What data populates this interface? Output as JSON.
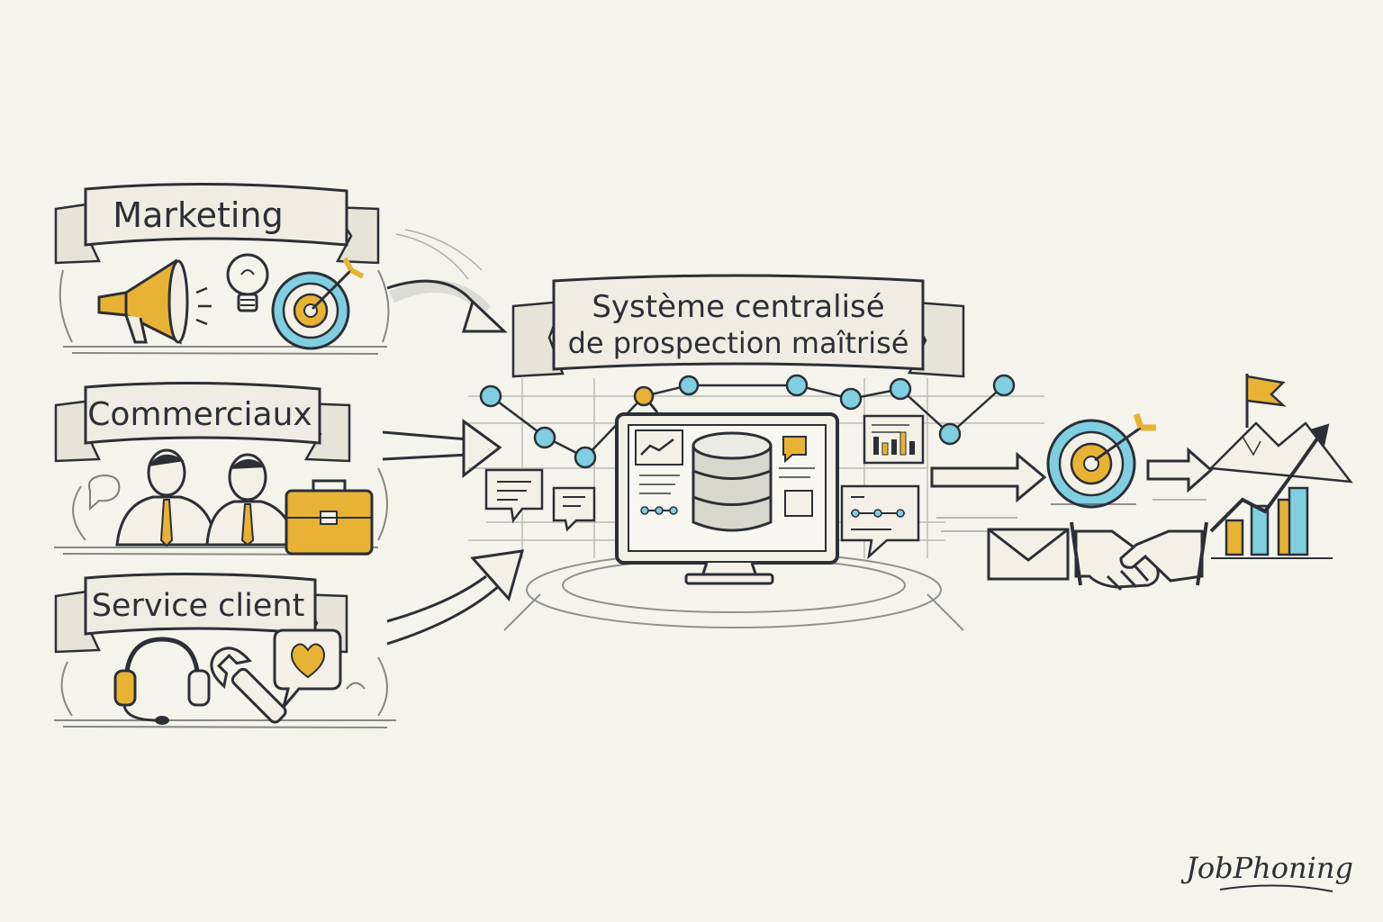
{
  "sources": [
    {
      "label": "Marketing"
    },
    {
      "label": "Commerciaux"
    },
    {
      "label": "Service client"
    }
  ],
  "center": {
    "title_line1": "Système centralisé",
    "title_line2": "de prospection maîtrisé"
  },
  "brand": {
    "logo": "JobPhoning"
  },
  "colors": {
    "ink": "#2c2f36",
    "yellow": "#e8b335",
    "blue": "#7fcfe0",
    "paper": "#f5f4ec",
    "ribbon": "#efede3"
  },
  "icons": {
    "marketing": [
      "megaphone-icon",
      "lightbulb-icon",
      "target-icon"
    ],
    "commerciaux": [
      "businessmen-icon",
      "briefcase-icon"
    ],
    "service_client": [
      "headset-icon",
      "wrench-icon",
      "heart-chat-icon"
    ],
    "center": [
      "monitor-icon",
      "database-icon",
      "network-nodes-icon",
      "chat-bubble-icon"
    ],
    "outcome": [
      "target-icon",
      "envelope-icon",
      "handshake-icon",
      "growth-chart-icon",
      "flag-mountain-icon"
    ]
  }
}
